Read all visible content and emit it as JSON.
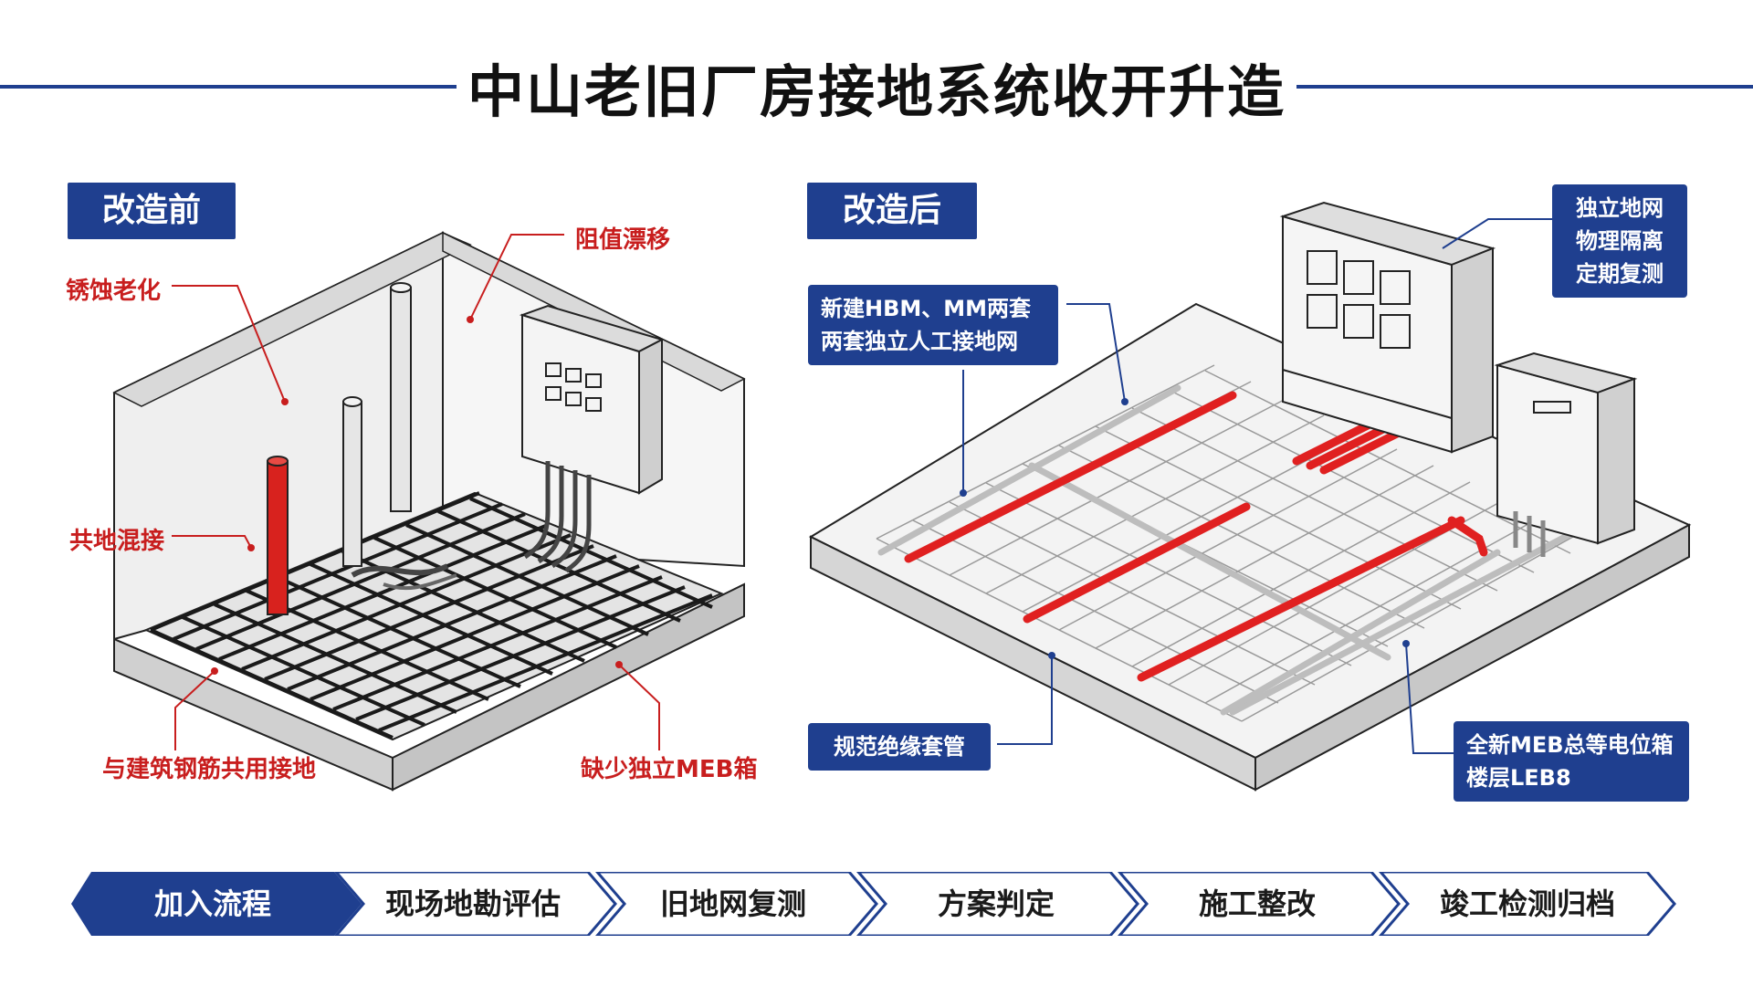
{
  "title": "中山老旧厂房接地系统收开升造",
  "before": {
    "label": "改造前",
    "callouts": {
      "corrosion": "锈蚀老化",
      "drift": "阻值漂移",
      "mixed": "共地混接",
      "shared_rebar": "与建筑钢筋共用接地",
      "no_meb": "缺少独立MEB箱"
    }
  },
  "after": {
    "label": "改造后",
    "callouts": {
      "new_grid": [
        "新建HBM、MM两套",
        "两套独立人工接地网"
      ],
      "isolation": [
        "独立地网",
        "物理隔离",
        "定期复测"
      ],
      "sleeve": "规范绝缘套管",
      "meb": [
        "全新MEB总等电位箱",
        "楼层LEB8"
      ]
    }
  },
  "flow": [
    "加入流程",
    "现场地勘评估",
    "旧地网复测",
    "方案判定",
    "施工整改",
    "竣工检测归档"
  ],
  "colors": {
    "brand": "#1f3f8f",
    "alert": "#c81e1e",
    "pipe_red": "#e02020"
  }
}
